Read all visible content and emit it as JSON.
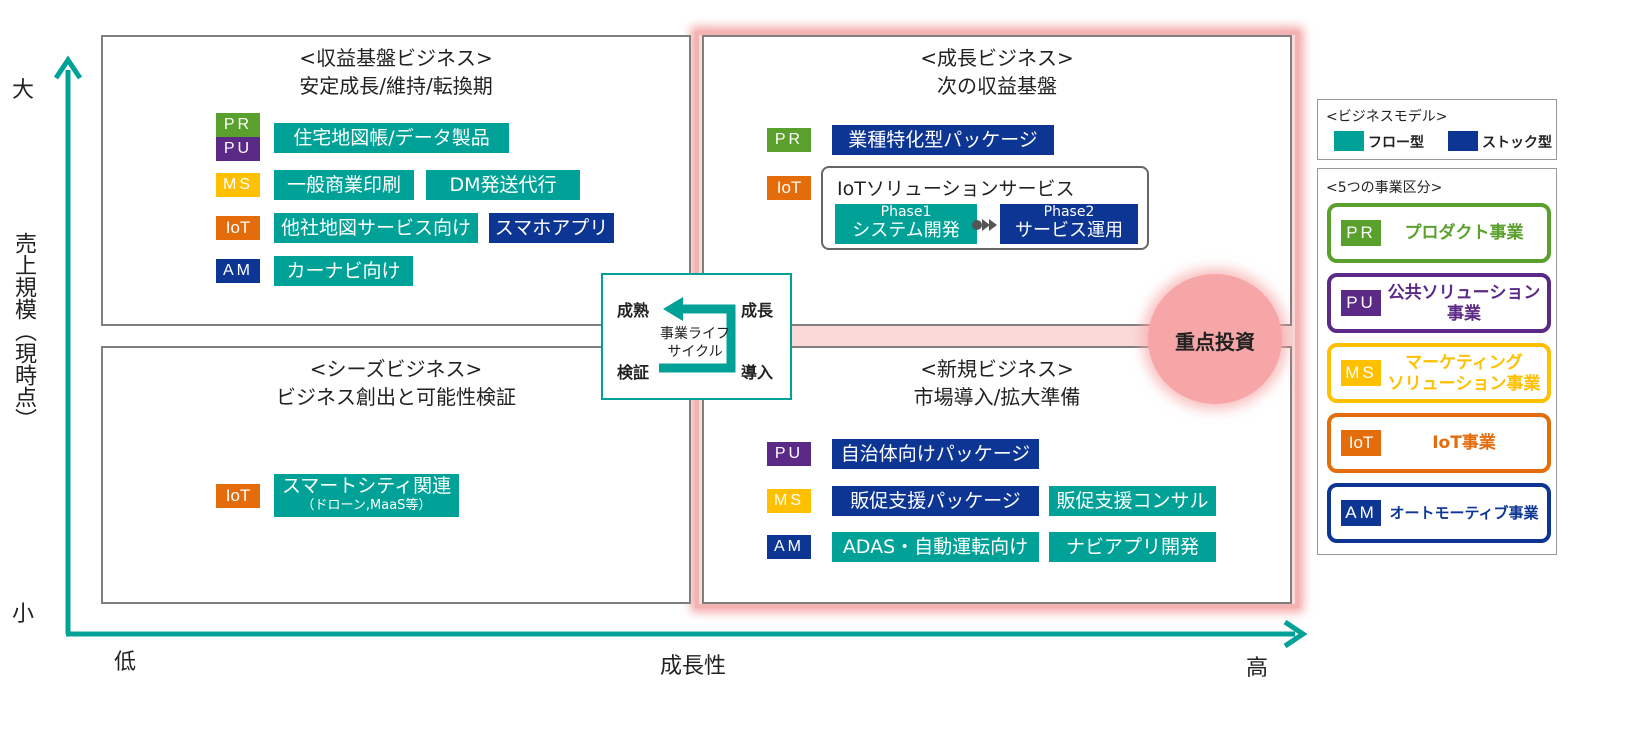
{
  "axes": {
    "y_high": "大",
    "y_low": "小",
    "y_title": "売上規模（現時点）",
    "x_low": "低",
    "x_title": "成長性",
    "x_high": "高"
  },
  "quadrants": {
    "top_left": {
      "title": "<収益基盤ビジネス>",
      "subtitle": "安定成長/維持/転換期"
    },
    "top_right": {
      "title": "<成長ビジネス>",
      "subtitle": "次の収益基盤"
    },
    "bottom_left": {
      "title": "<シーズビジネス>",
      "subtitle": "ビジネス創出と可能性検証"
    },
    "bottom_right": {
      "title": "<新規ビジネス>",
      "subtitle": "市場導入/拡大準備"
    }
  },
  "tags": {
    "pr": "PR",
    "pu": "PU",
    "ms": "MS",
    "iot": "IoT",
    "am": "AM"
  },
  "items": {
    "tl_pr_pu": "住宅地図帳/データ製品",
    "tl_ms_1": "一般商業印刷",
    "tl_ms_2": "DM発送代行",
    "tl_iot_1": "他社地図サービス向け",
    "tl_iot_2": "スマホアプリ",
    "tl_am": "カーナビ向け",
    "tr_pr": "業種特化型パッケージ",
    "tr_iot_title": "IoTソリューションサービス",
    "tr_phase1_label": "Phase1",
    "tr_phase1": "システム開発",
    "tr_phase2_label": "Phase2",
    "tr_phase2": "サービス運用",
    "bl_iot": "スマートシティ関連",
    "bl_iot_sub": "（ドローン,MaaS等）",
    "br_pu": "自治体向けパッケージ",
    "br_ms_1": "販促支援パッケージ",
    "br_ms_2": "販促支援コンサル",
    "br_am_1": "ADAS・自動運転向け",
    "br_am_2": "ナビアプリ開発"
  },
  "lifecycle": {
    "maturity": "成熟",
    "growth": "成長",
    "verification": "検証",
    "introduction": "導入",
    "center_line1": "事業ライフ",
    "center_line2": "サイクル"
  },
  "focus_label": "重点投資",
  "legend_model": {
    "title": "<ビジネスモデル>",
    "flow": "フロー型",
    "stock": "ストック型"
  },
  "legend_segments": {
    "title": "<5つの事業区分>",
    "pr": "プロダクト事業",
    "pu_line1": "公共ソリューション",
    "pu_line2": "事業",
    "ms_line1": "マーケティング",
    "ms_line2": "ソリューション事業",
    "iot": "IoT事業",
    "am": "オートモーティブ事業"
  },
  "colors": {
    "flow": "#00a297",
    "stock": "#0d3593",
    "pr": "#5aa02c",
    "pu": "#5b2a86",
    "ms": "#ffc000",
    "iot": "#e46c0a",
    "am": "#0d3593",
    "focus": "#f4a4a4",
    "axis": "#00a297"
  }
}
